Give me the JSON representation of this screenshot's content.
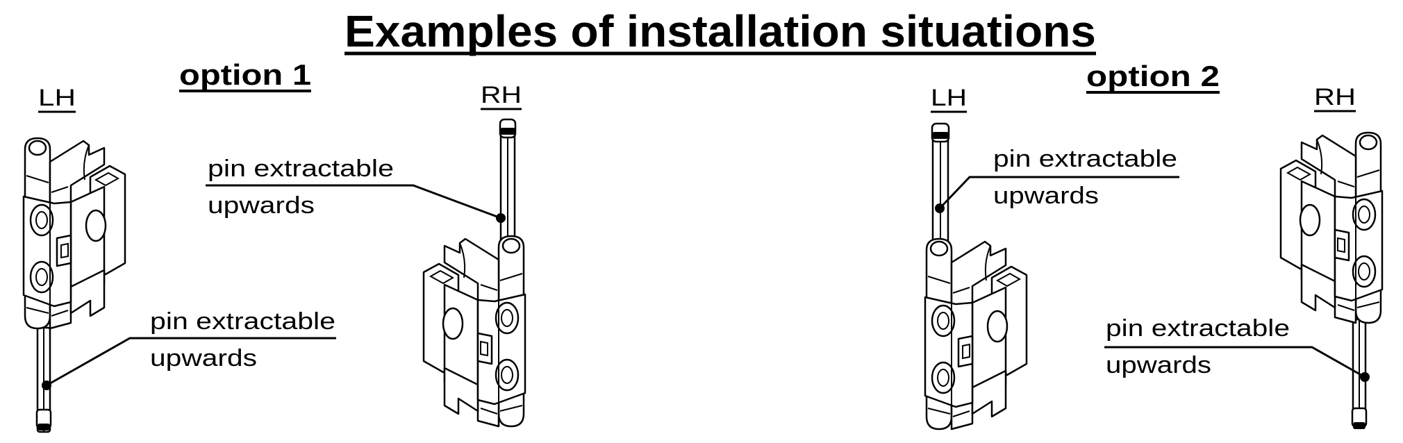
{
  "title": "Examples of installation situations",
  "options": [
    {
      "label": "option 1",
      "left_hand": "LH",
      "right_hand": "RH",
      "callout_left": {
        "line1": "pin extractable",
        "line2": "upwards"
      },
      "callout_right": {
        "line1": "pin extractable",
        "line2": "upwards"
      }
    },
    {
      "label": "option 2",
      "left_hand": "LH",
      "right_hand": "RH",
      "callout_left": {
        "line1": "pin extractable",
        "line2": "upwards"
      },
      "callout_right": {
        "line1": "pin extractable",
        "line2": "upwards"
      }
    }
  ]
}
